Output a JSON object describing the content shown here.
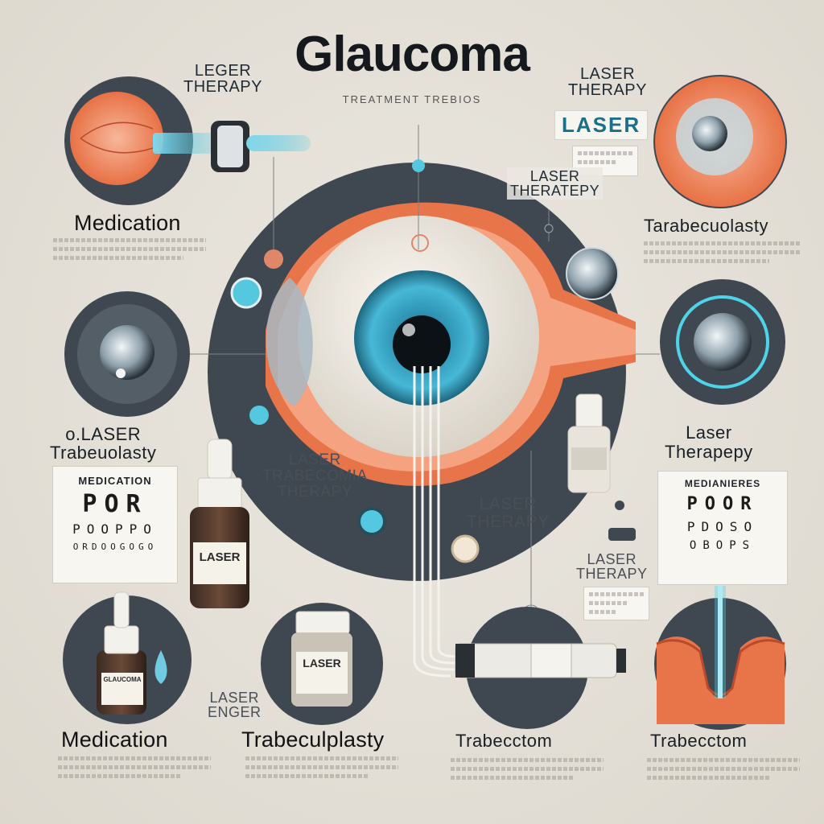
{
  "header": {
    "title": "Glaucoma",
    "subtitle": "TREATMENT TREBIOS"
  },
  "labels": {
    "top_left_laser": "LEGER\nTHERAPY",
    "top_right_laser": "LASER\nTHERAPY",
    "laser_badge": "LASER",
    "center_laser": "LASER\nTHERATEPY",
    "medication_top": "Medication",
    "trabeculoplasty_top": "Tarabecuolasty",
    "left_laser_trab": "o.LASER\nTrabeuolasty",
    "right_laser_therapy": "Laser\nTherapepy",
    "center_left": "LASER\nTRABECOMIA\nTHERAPY",
    "center_right": "LASER\nTHERAPY",
    "right_laser_small": "LASER\nTHERAPY",
    "bottom_laser_engen": "LASER\nENGER",
    "medication_bottom": "Medication",
    "trabeculoplasty_bottom": "Trabeculplasty",
    "trabectom_center": "Trabecctom",
    "trabectom_right": "Trabecctom",
    "left_chart_header": "MEDICATION",
    "right_chart_header": "MEDIANIERES",
    "bottle_left": "LASER",
    "bottle_center": "LASER",
    "bottle_bottom": "GLAUCOMA"
  },
  "left_chart": {
    "rows": [
      "POR",
      "POOPPO",
      "ORDOOGOGO"
    ]
  },
  "right_chart": {
    "rows": [
      "POOR",
      "PDOSO",
      "OBOPS"
    ]
  },
  "colors": {
    "background": "#e4e0d8",
    "dark_circle": "#3f4850",
    "eye_iris": "#2f9ec0",
    "sclera_orange": "#e8744a",
    "accent_cyan": "#4fd3e8"
  }
}
